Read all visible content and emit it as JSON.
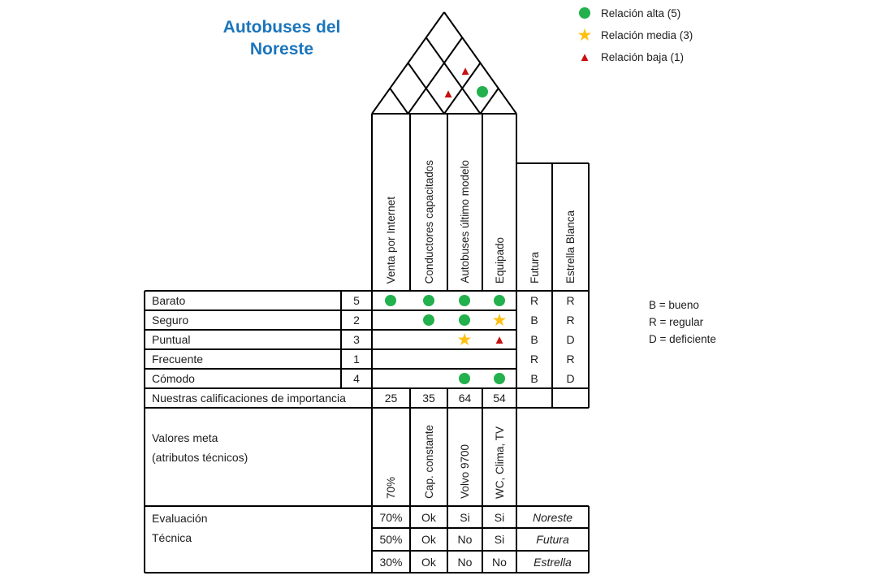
{
  "title": "Autobuses del Noreste",
  "legend": {
    "items": [
      {
        "symbol": "circle",
        "label": "Relación alta (5)"
      },
      {
        "symbol": "star",
        "label": "Relación media (3)"
      },
      {
        "symbol": "triangle",
        "label": "Relación baja (1)"
      }
    ]
  },
  "rating_legend": {
    "lines": [
      "B = bueno",
      "R = regular",
      "D = deficiente"
    ]
  },
  "tech_columns": [
    "Venta por Internet",
    "Conductores capacitados",
    "Autobuses último modelo",
    "Equipado"
  ],
  "competitor_columns": [
    "Futura",
    "Estrella Blanca"
  ],
  "roof": {
    "correlations": [
      {
        "between": "Conductores capacitados × Equipado",
        "symbol": "triangle"
      },
      {
        "between": "Conductores capacitados × Autobuses último modelo",
        "symbol": "triangle"
      },
      {
        "between": "Autobuses último modelo × Equipado",
        "symbol": "circle"
      }
    ]
  },
  "criteria_rows": [
    {
      "label": "Barato",
      "weight": "5",
      "symbols": [
        "circle",
        "circle",
        "circle",
        "circle"
      ],
      "futura": "R",
      "estrella": "R"
    },
    {
      "label": "Seguro",
      "weight": "2",
      "symbols": [
        "",
        "circle",
        "circle",
        "star"
      ],
      "futura": "B",
      "estrella": "R"
    },
    {
      "label": "Puntual",
      "weight": "3",
      "symbols": [
        "",
        "",
        "star",
        "triangle"
      ],
      "futura": "B",
      "estrella": "D"
    },
    {
      "label": "Frecuente",
      "weight": "1",
      "symbols": [
        "",
        "",
        "",
        ""
      ],
      "futura": "R",
      "estrella": "R"
    },
    {
      "label": "Cómodo",
      "weight": "4",
      "symbols": [
        "",
        "",
        "circle",
        "circle"
      ],
      "futura": "B",
      "estrella": "D"
    }
  ],
  "importance": {
    "label": "Nuestras calificaciones de importancia",
    "values": [
      "25",
      "35",
      "64",
      "54"
    ]
  },
  "target_values": {
    "label_line1": "Valores meta",
    "label_line2": "(atributos técnicos)",
    "values": [
      "70%",
      "Cap. constante",
      "Volvo 9700",
      "WC, Clima, TV"
    ]
  },
  "technical_evaluation": {
    "label_line1": "Evaluación",
    "label_line2": "Técnica",
    "rows": [
      {
        "values": [
          "70%",
          "Ok",
          "Si",
          "Si"
        ],
        "competitor": "Noreste"
      },
      {
        "values": [
          "50%",
          "Ok",
          "No",
          "Si"
        ],
        "competitor": "Futura"
      },
      {
        "values": [
          "30%",
          "Ok",
          "No",
          "No"
        ],
        "competitor": "Estrella"
      }
    ]
  },
  "colors": {
    "title_blue": "#1B75BC",
    "relation_high_green": "#22B14C",
    "relation_medium_gold": "#FFC010",
    "relation_low_red": "#C80E0E",
    "line_black": "#000000"
  }
}
